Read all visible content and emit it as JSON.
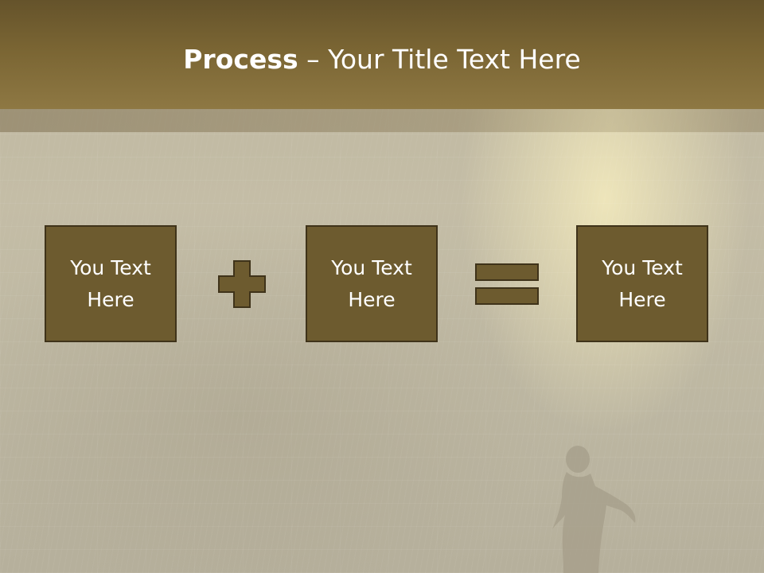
{
  "slide": {
    "title_bold": "Process",
    "title_rest": " – Your Title Text Here",
    "boxes": [
      {
        "text": "You Text Here"
      },
      {
        "text": "You Text Here"
      },
      {
        "text": "You Text Here"
      }
    ],
    "operators": [
      "plus",
      "equals"
    ]
  },
  "colors": {
    "header": "#7a6533",
    "box_fill": "#6d5b2f",
    "box_border": "#3f331a",
    "text": "#ffffff"
  }
}
